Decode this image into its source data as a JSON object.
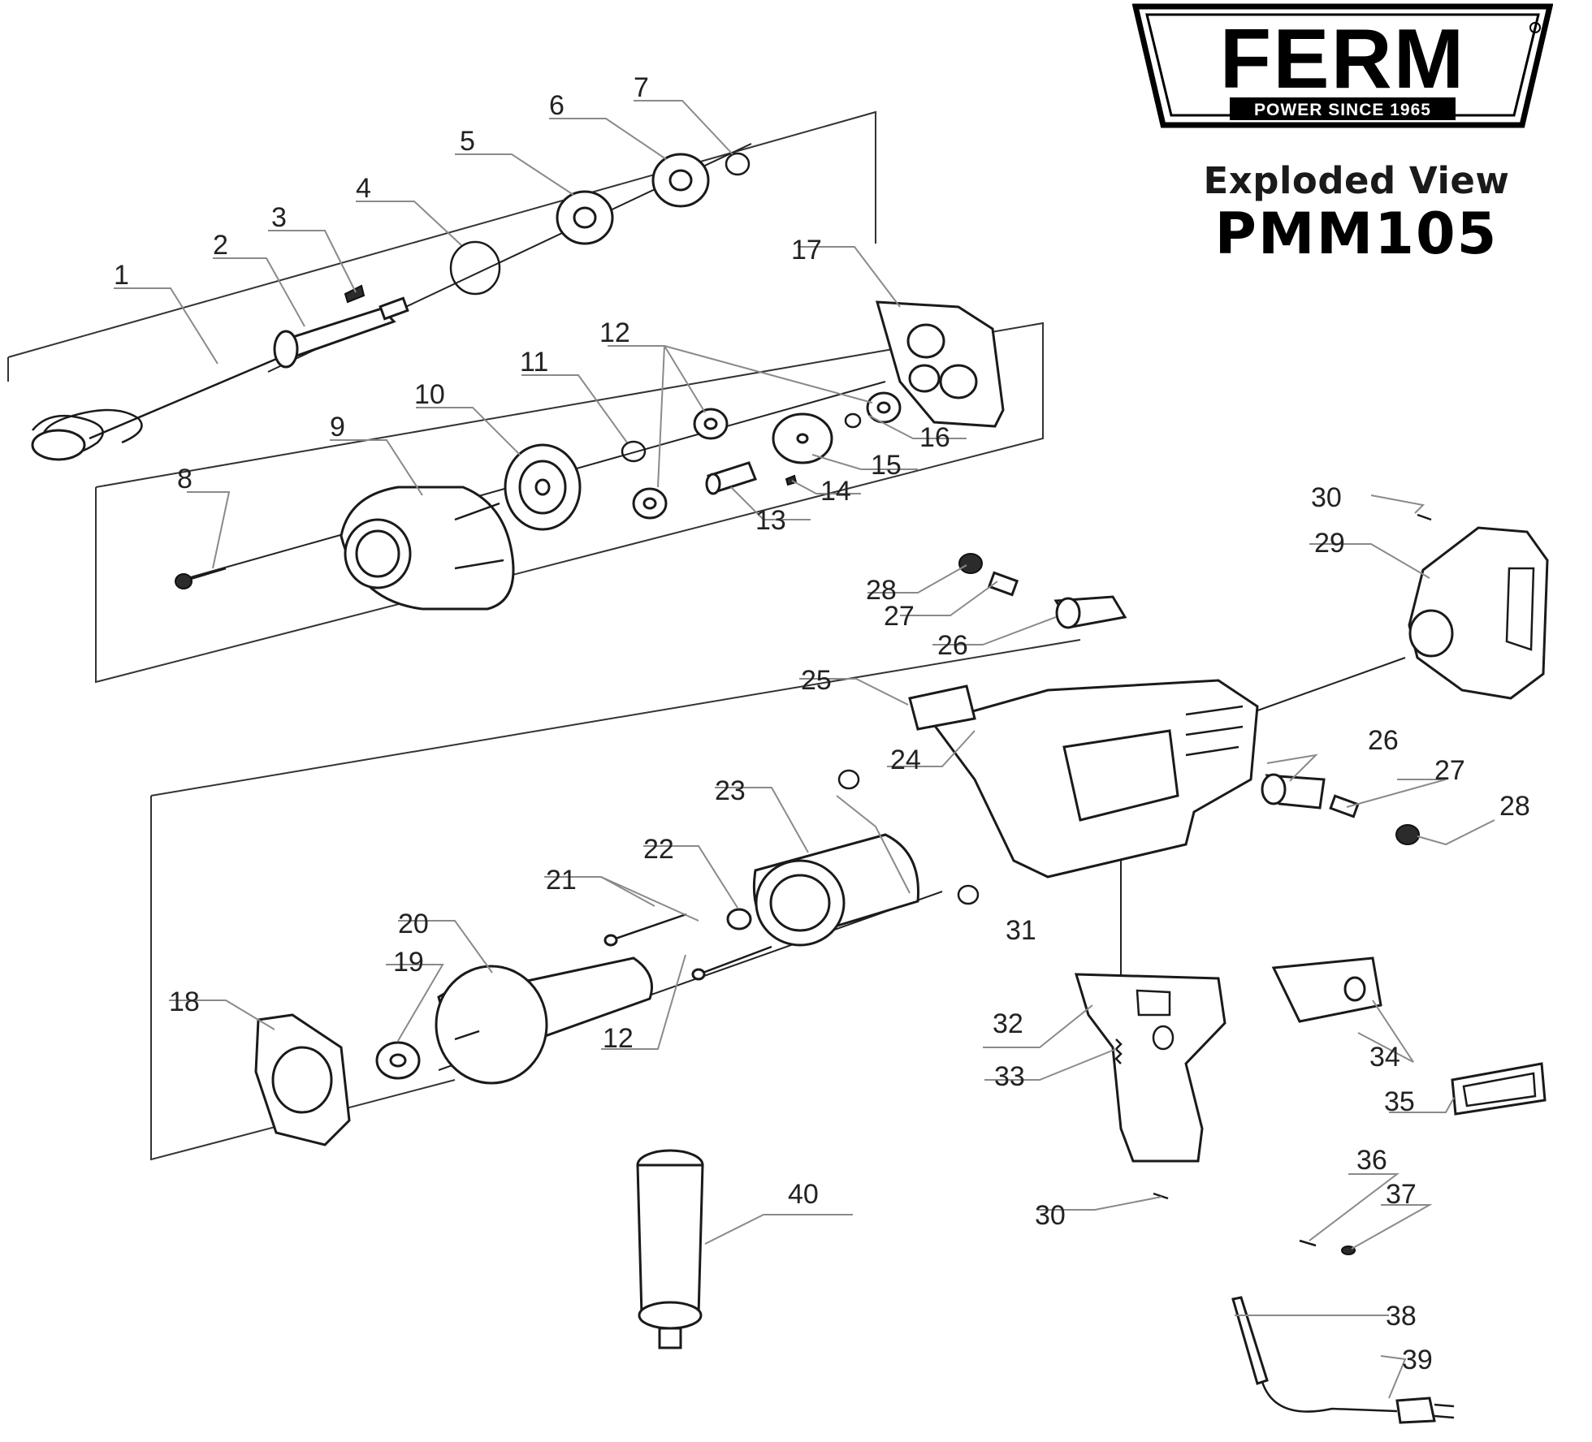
{
  "brand": {
    "name": "FERM",
    "tagline": "POWER SINCE 1965"
  },
  "title": {
    "subtitle": "Exploded View",
    "model": "PMM105"
  },
  "callouts": [
    "1",
    "2",
    "3",
    "4",
    "5",
    "6",
    "7",
    "8",
    "9",
    "10",
    "11",
    "12",
    "12",
    "13",
    "14",
    "15",
    "16",
    "17",
    "18",
    "19",
    "20",
    "21",
    "22",
    "23",
    "24",
    "25",
    "26",
    "26",
    "27",
    "27",
    "28",
    "28",
    "29",
    "30",
    "30",
    "31",
    "32",
    "33",
    "34",
    "35",
    "36",
    "37",
    "38",
    "39",
    "40"
  ],
  "colors": {
    "ink": "#1a1a1a",
    "leader": "#8a8a8a",
    "paper": "#ffffff"
  }
}
